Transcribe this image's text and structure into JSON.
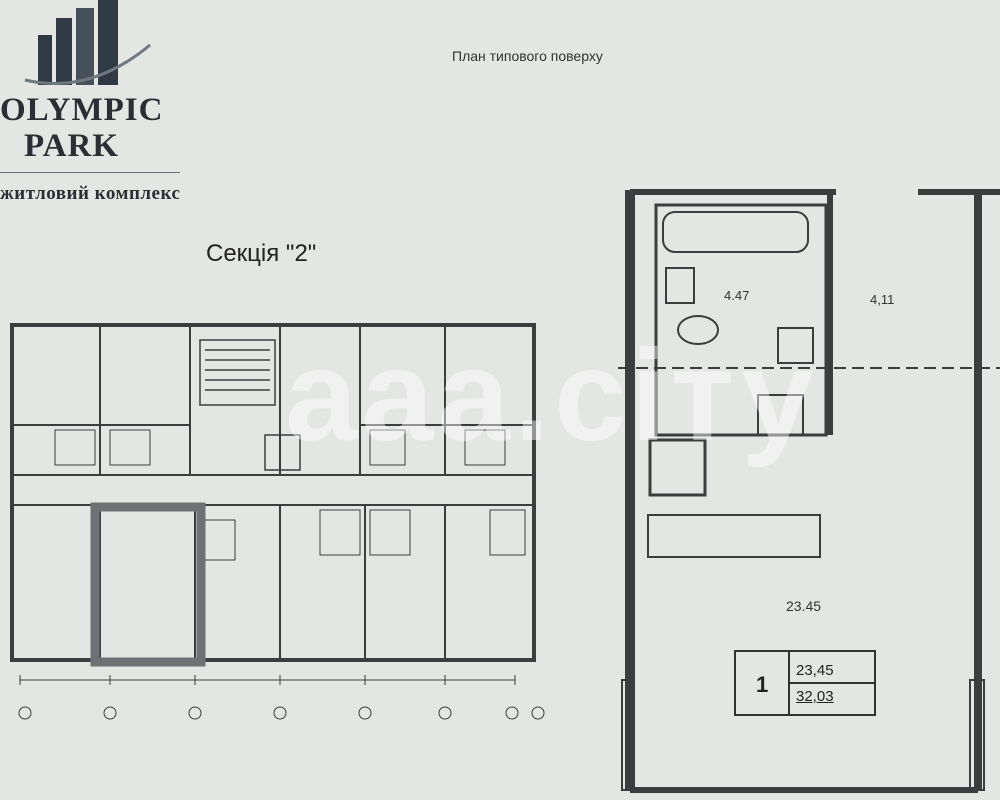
{
  "brand": {
    "line1": "OLYMPIC",
    "line2": "PARK",
    "subtitle": "житловий комплекс",
    "logo_icon": "skyscrapers-logo-icon"
  },
  "plan_title": "План типового поверху",
  "section_title": "Секція \"2\"",
  "unit": {
    "bathroom_area": "4.47",
    "hall_area": "4,11",
    "living_area": "23.45",
    "room_count": "1",
    "living_area_tag": "23,45",
    "total_area_tag": "32,03"
  },
  "watermark": "ааа.сіту",
  "colors": {
    "background": "#e4e6e3",
    "walls": "#3b3d3f",
    "highlight": "#6f7275"
  }
}
